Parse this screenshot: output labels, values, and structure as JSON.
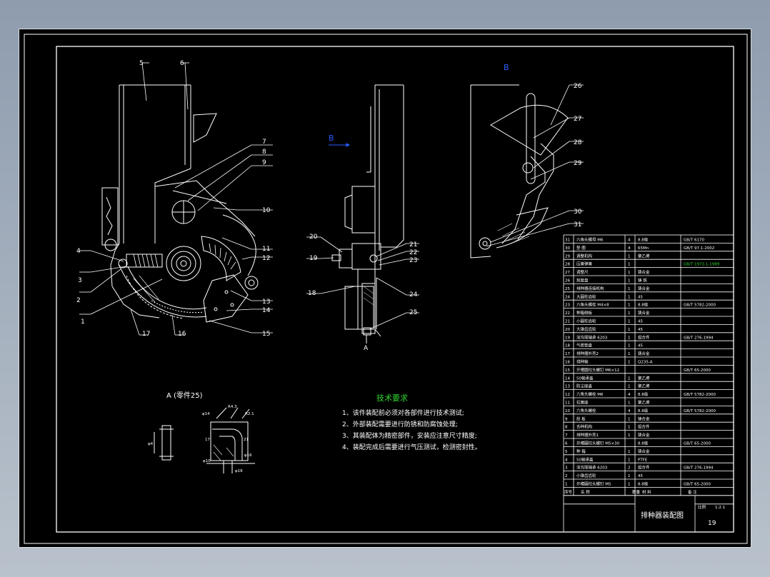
{
  "view_labels": {
    "section_a": "A (零件25)",
    "arrow_b": "B",
    "view_b": "B",
    "arrow_a": "A"
  },
  "callouts": [
    "1",
    "2",
    "3",
    "4",
    "5",
    "6",
    "7",
    "8",
    "9",
    "10",
    "11",
    "12",
    "13",
    "14",
    "15",
    "16",
    "17",
    "18",
    "19",
    "20",
    "21",
    "22",
    "23",
    "24",
    "25",
    "26",
    "27",
    "28",
    "29",
    "30",
    "31"
  ],
  "dims": [
    "φ14",
    "R4.3",
    "R2.1",
    "φ10",
    "17",
    "φ16",
    "φ18",
    "21",
    "φ4"
  ],
  "tech": {
    "title": "技术要求",
    "lines": [
      "1、该件装配前必须对各部件进行技术测试;",
      "2、外部装配需要进行防锈和防腐蚀处理;",
      "3、其装配体为精密部件，安装应注意尺寸精度;",
      "4、装配完成后需要进行气压测试，检测密封性。"
    ]
  },
  "bom_rows": [
    [
      "31",
      "六角头螺母 M6",
      "4",
      "8.8级",
      "GB/T 6170"
    ],
    [
      "30",
      "垫 圈",
      "4",
      "65Mn",
      "GB/T 97.1-2002"
    ],
    [
      "29",
      "调整机构",
      "1",
      "聚乙烯",
      ""
    ],
    [
      "28",
      "压簧弹簧",
      "1",
      "",
      "GB/T 1973.1-1989"
    ],
    [
      "27",
      "调整尺",
      "1",
      "铸合金",
      ""
    ],
    [
      "26",
      "刻度盘",
      "1",
      "铸 铁",
      ""
    ],
    [
      "25",
      "排种器连接机构",
      "1",
      "铸合金",
      ""
    ],
    [
      "24",
      "大圆柱齿轮",
      "1",
      "45",
      ""
    ],
    [
      "23",
      "六角头螺栓 M4×8",
      "1",
      "8.8级",
      "GB/T 5782-2000"
    ],
    [
      "22",
      "种箱侧板",
      "1",
      "铸合金",
      ""
    ],
    [
      "21",
      "小圆柱齿轮",
      "1",
      "45",
      ""
    ],
    [
      "20",
      "大锥齿齿轮",
      "1",
      "45",
      ""
    ],
    [
      "19",
      "深沟球轴承 6203",
      "1",
      "组合件",
      "GB/T 276-1994"
    ],
    [
      "18",
      "气密垫盘",
      "1",
      "45",
      ""
    ],
    [
      "17",
      "排种器外壳2",
      "1",
      "铸合金",
      ""
    ],
    [
      "16",
      "排种轴",
      "1",
      "Q235-A",
      ""
    ],
    [
      "15",
      "开槽圆柱头螺钉 M6×12",
      "",
      "",
      "GB/T 65-2000"
    ],
    [
      "14",
      "50轴承盖",
      "1",
      "聚乙烯",
      ""
    ],
    [
      "13",
      "防尘座盖",
      "1",
      "聚乙烯",
      ""
    ],
    [
      "12",
      "六角头螺栓 M6",
      "4",
      "8.8级",
      "GB/T 5782-2000"
    ],
    [
      "11",
      "拉簧座",
      "1",
      "聚乙烯",
      ""
    ],
    [
      "10",
      "六角头螺栓",
      "4",
      "8.8级",
      "GB/T 5782-2000"
    ],
    [
      "9",
      "刮 板",
      "1",
      "铸合金",
      ""
    ],
    [
      "8",
      "舌种机构",
      "1",
      "组合件",
      ""
    ],
    [
      "7",
      "排种器外壳1",
      "1",
      "铸合金",
      ""
    ],
    [
      "6",
      "开槽圆柱头螺钉 M5×30",
      "",
      "8.8级",
      "GB/T 65-2000"
    ],
    [
      "5",
      "种 箱",
      "1",
      "铸合金",
      ""
    ],
    [
      "4",
      "50轴承盖",
      "1",
      "PTFE",
      ""
    ],
    [
      "3",
      "深沟球轴承 6203",
      "2",
      "组合件",
      "GB/T 276-1994"
    ],
    [
      "2",
      "小锥齿齿轮",
      "1",
      "45",
      ""
    ],
    [
      "1",
      "开槽圆柱头螺钉 M5",
      "1",
      "8.8级",
      "GB/T 65-2000"
    ]
  ],
  "bom_header": [
    "序号",
    "名 称",
    "数量",
    "材 料",
    "备 注"
  ],
  "title_block": {
    "name": "排种器装配图",
    "sheet": "19",
    "ratio_label": "比例",
    "ratio": "1:2.1"
  },
  "colors": {
    "line": "#ffffff",
    "accent_blue": "#2b5cff",
    "green": "#2fd52f",
    "background": "#000000"
  }
}
